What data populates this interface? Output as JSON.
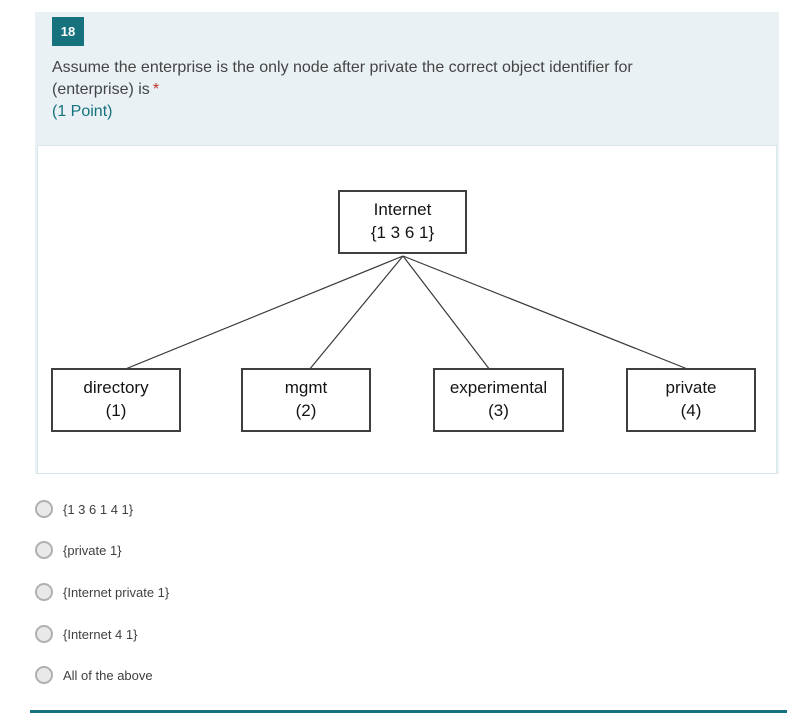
{
  "question": {
    "number": "18",
    "text_line1": "Assume the enterprise is the only node after private the correct object identifier for",
    "text_line2": "(enterprise) is",
    "required_mark": "*",
    "points_label": "(1 Point)"
  },
  "diagram": {
    "root": {
      "name": "Internet",
      "oid": "{1 3 6 1}"
    },
    "children": [
      {
        "name": "directory",
        "oid": "(1)"
      },
      {
        "name": "mgmt",
        "oid": "(2)"
      },
      {
        "name": "experimental",
        "oid": "(3)"
      },
      {
        "name": "private",
        "oid": "(4)"
      }
    ]
  },
  "options": [
    "{1 3 6 1 4 1}",
    "{private 1}",
    "{Internet private 1}",
    "{Internet 4 1}",
    "All of the above"
  ],
  "colors": {
    "accent_teal": "#16737e",
    "card_background": "#e9f1f5",
    "required_red": "#bc3431"
  }
}
